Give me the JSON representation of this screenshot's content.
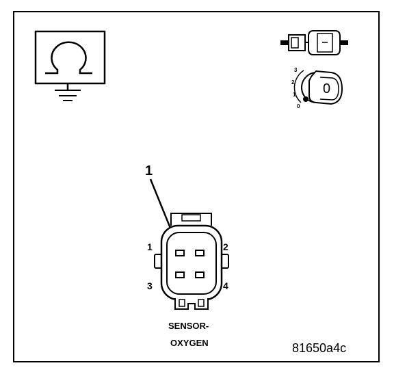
{
  "diagram": {
    "callout_number": "1",
    "pin_labels": [
      "1",
      "2",
      "3",
      "4"
    ],
    "component_label_line1": "SENSOR-",
    "component_label_line2": "OXYGEN",
    "figure_id": "81650a4c",
    "ignition_positions": [
      "3",
      "2",
      "1",
      "0"
    ],
    "ignition_key_label": "0",
    "icons": {
      "meter": "ohmmeter-ground-icon",
      "connector": "disconnect-connector-icon",
      "ignition": "ignition-switch-off-icon"
    }
  }
}
